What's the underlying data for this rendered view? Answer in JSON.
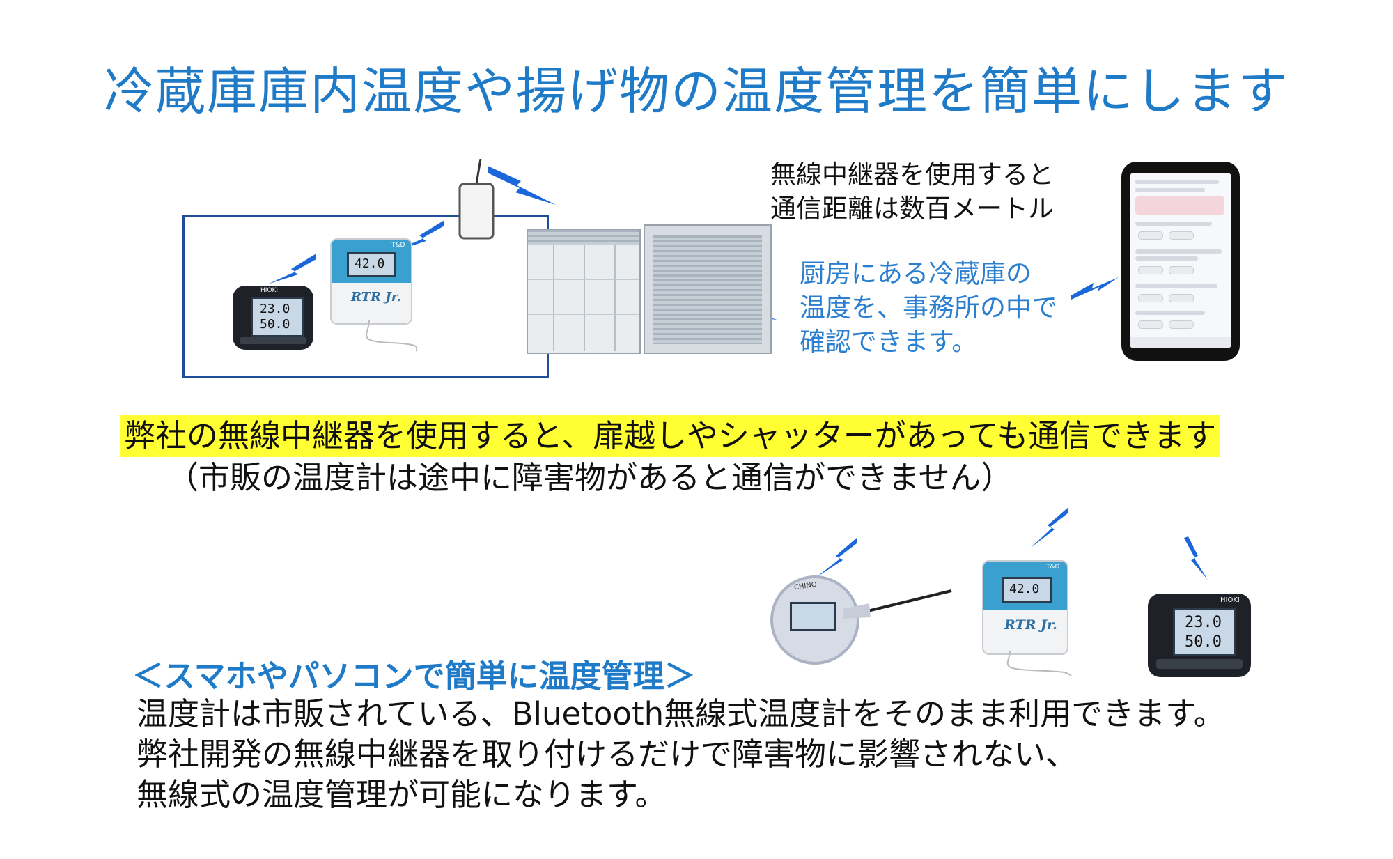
{
  "title": "冷蔵庫庫内温度や揚げ物の温度管理を簡単にします",
  "relay_note": {
    "line1": "無線中継器を使用すると",
    "line2": "通信距離は数百メートル"
  },
  "kitchen_note": {
    "line1": "厨房にある冷蔵庫の",
    "line2": "温度を、事務所の中で",
    "line3": "確認できます。"
  },
  "highlight_text": "弊社の無線中継器を使用すると、扉越しやシャッターがあっても通信できます",
  "sub_text": "（市販の温度計は途中に障害物があると通信ができません）",
  "section_heading": "＜スマホやパソコンで簡単に温度管理＞",
  "body_lines": [
    "温度計は市販されている、Bluetooth無線式温度計をそのまま利用できます。",
    "弊社開発の無線中継器を取り付けるだけで障害物に影響されない、",
    "無線式の温度管理が可能になります。"
  ],
  "devices": {
    "hioki_brand": "HIOKI",
    "hioki_temp": "23.0",
    "hioki_humidity": "50.0",
    "tandd_brand": "T&D",
    "tandd_reading": "42.0",
    "tandd_product": "RTR Jr.",
    "chino_brand": "CHINO"
  },
  "colors": {
    "title_blue": "#1f7ac8",
    "bolt_blue": "#1b66d8",
    "highlight_yellow": "#ffff33"
  }
}
